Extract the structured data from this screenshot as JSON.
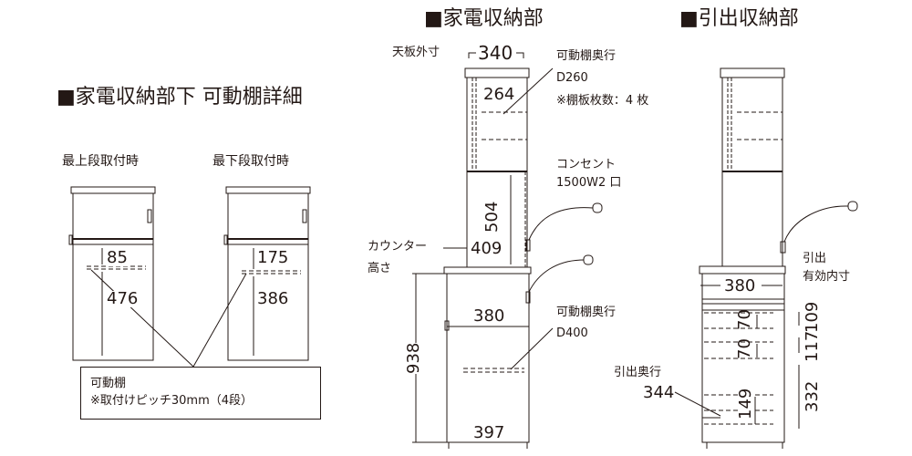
{
  "left": {
    "title": "■家電収納部下 可動棚詳細",
    "top_label": "最上段取付時",
    "bottom_label": "最下段取付時",
    "top_dims": [
      "85",
      "476"
    ],
    "bottom_dims": [
      "175",
      "386"
    ],
    "note_title": "可動棚",
    "note_text": "※取付けピッチ30mm（4段）"
  },
  "middle": {
    "title": "■家電収納部",
    "top_outer_label": "天板外寸",
    "top_width": "340",
    "shelf_depth_label": "可動棚奥行",
    "shelf_depth": "D260",
    "shelf_count": "※棚板枚数：4 枚",
    "inner_width": "264",
    "open_height": "504",
    "outlet_label": "コンセント",
    "outlet_spec": "1500W2 口",
    "counter_label": "カウンター",
    "counter_label2": "高さ",
    "counter_depth": "409",
    "lower_width": "380",
    "lower_shelf_label": "可動棚奥行",
    "lower_shelf_depth": "D400",
    "total_height": "938",
    "base_width": "397"
  },
  "right": {
    "title": "■引出収納部",
    "drawer_label": "引出",
    "drawer_label2": "有効内寸",
    "drawer_width": "380",
    "d1": "70",
    "d2": "70",
    "h1": "109",
    "h2": "117",
    "h3": "332",
    "bottom_inner": "149",
    "depth_label": "引出奥行",
    "depth": "344"
  }
}
